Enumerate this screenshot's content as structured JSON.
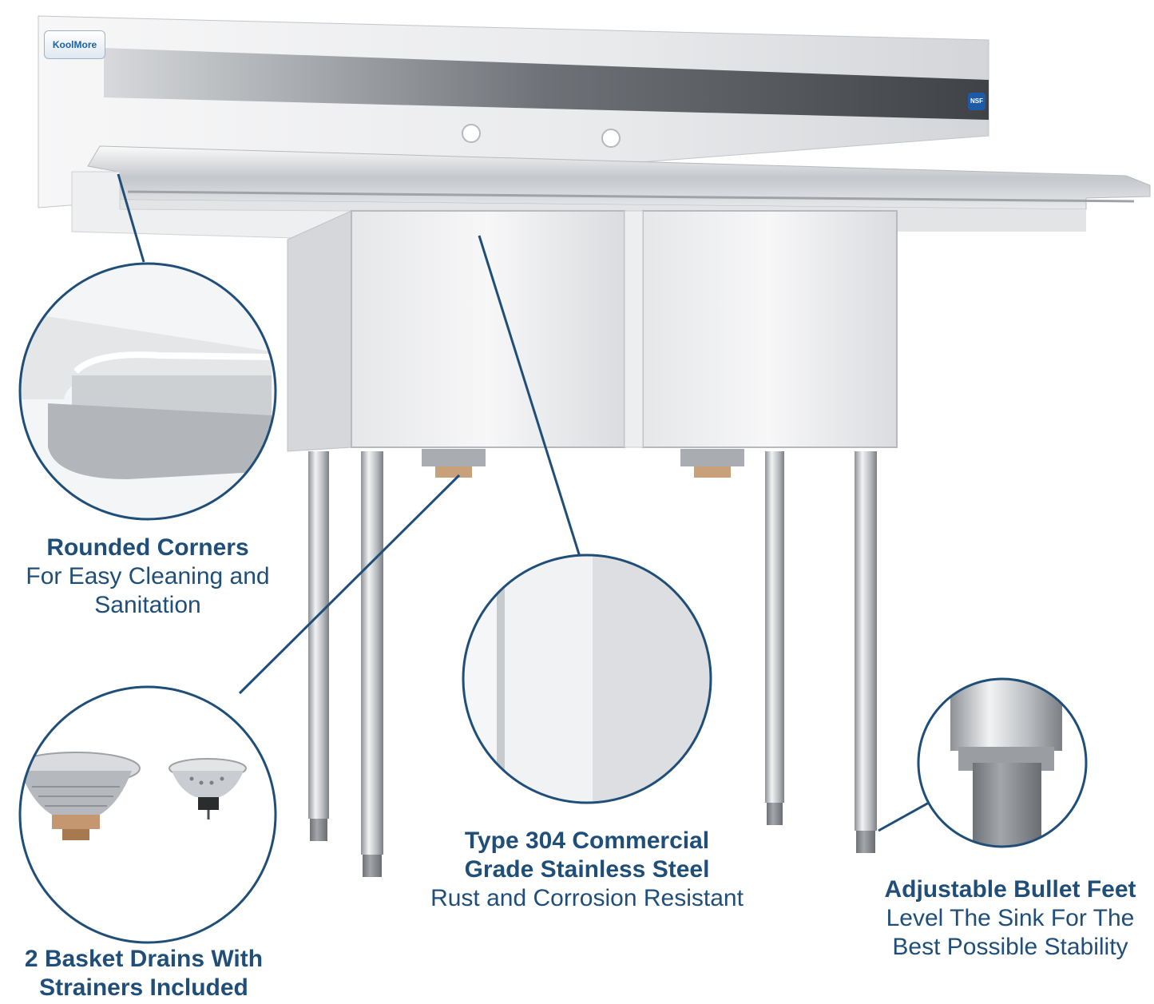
{
  "brand": {
    "logo_text": "KoolMore",
    "certification_text": "NSF"
  },
  "callouts": {
    "rounded_corners": {
      "title": "Rounded Corners",
      "description_line1": "For Easy Cleaning and",
      "description_line2": "Sanitation"
    },
    "basket_drains": {
      "title_line1": "2 Basket Drains With",
      "title_line2": "Strainers Included"
    },
    "stainless_steel": {
      "title_line1": "Type 304 Commercial",
      "title_line2": "Grade Stainless Steel",
      "description": "Rust and Corrosion Resistant"
    },
    "bullet_feet": {
      "title": "Adjustable Bullet Feet",
      "description_line1": "Level The Sink For The",
      "description_line2": "Best Possible Stability"
    }
  },
  "colors": {
    "accent": "#1f4e79",
    "steel_light": "#f2f3f4",
    "steel_dark": "#a9adb2",
    "foot_gray": "#8e9094"
  }
}
